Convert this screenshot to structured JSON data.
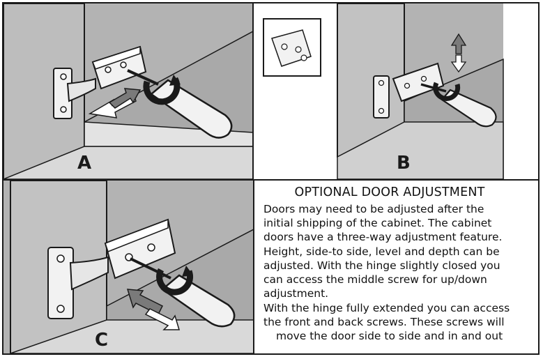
{
  "panels": {
    "a_label": "A",
    "b_label": "B",
    "c_label": "C"
  },
  "instructions": {
    "title": "OPTIONAL DOOR ADJUSTMENT",
    "paragraph1_lines": [
      "Doors may need to be adjusted after the",
      "initial shipping of the cabinet. The cabinet",
      "doors have a three-way adjustment feature.",
      "Height, side-to side, level and depth can be",
      "adjusted. With the hinge slightly closed you",
      "can access the middle screw for up/down",
      "adjustment."
    ],
    "paragraph2_lines": [
      "With the hinge fully extended you can access",
      "the front and back screws. These screws will",
      "move the door side to side and in and out"
    ]
  },
  "colors": {
    "cabinet_gray": "#b3b3b3",
    "shelf_light": "#d9d9d9",
    "line": "#1a1a1a",
    "arrow_dark": "#7a7a7a"
  }
}
